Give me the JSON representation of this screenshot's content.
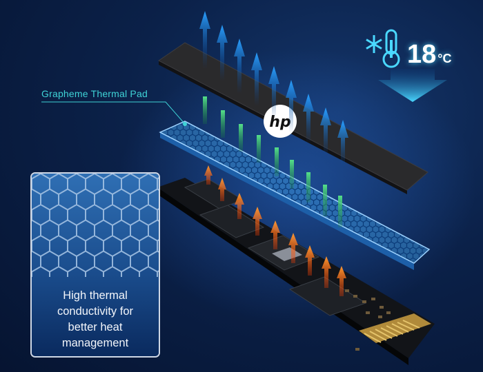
{
  "labels": {
    "pad": "Grapheme Thermal Pad",
    "temperature_value": "18",
    "temperature_unit": "°C"
  },
  "info_box": {
    "lines": [
      "High thermal",
      "conductivity for",
      "better heat",
      "management"
    ]
  },
  "icons": {
    "cooling": "snowflake-thermometer-icon",
    "cooling_arrow": "down-arrow-icon",
    "heat_arrows": "up-arrow-icon",
    "brand": "hp-logo-icon"
  },
  "colors": {
    "label_cyan": "#3fd3d6",
    "arrow_blue": "#1e90ff",
    "arrow_green": "#3fd070",
    "arrow_orange": "#ff6a10",
    "background": "#0b2149"
  }
}
